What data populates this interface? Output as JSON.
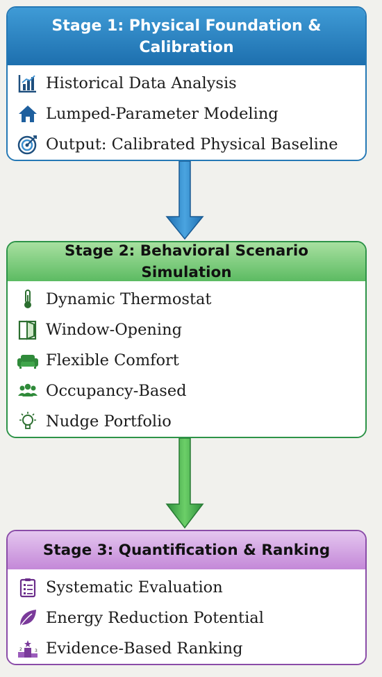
{
  "stages": [
    {
      "title": "Stage 1: Physical Foundation & Calibration",
      "items": [
        {
          "label": "Historical Data Analysis",
          "icon": "bar-chart-icon"
        },
        {
          "label": "Lumped-Parameter Modeling",
          "icon": "house-icon"
        },
        {
          "label": "Output: Calibrated Physical Baseline",
          "icon": "target-icon"
        }
      ]
    },
    {
      "title": "Stage 2: Behavioral Scenario Simulation",
      "items": [
        {
          "label": "Dynamic Thermostat",
          "icon": "thermometer-icon"
        },
        {
          "label": "Window-Opening",
          "icon": "window-icon"
        },
        {
          "label": "Flexible Comfort",
          "icon": "sofa-icon"
        },
        {
          "label": "Occupancy-Based",
          "icon": "people-icon"
        },
        {
          "label": "Nudge Portfolio",
          "icon": "lightbulb-icon"
        }
      ]
    },
    {
      "title": "Stage 3: Quantification & Ranking",
      "items": [
        {
          "label": "Systematic Evaluation",
          "icon": "clipboard-icon"
        },
        {
          "label": "Energy Reduction Potential",
          "icon": "leaf-icon"
        },
        {
          "label": "Evidence-Based Ranking",
          "icon": "podium-icon"
        }
      ]
    }
  ],
  "colors": {
    "stage1": "#2478b5",
    "stage2": "#2c9347",
    "stage3": "#8a4ca8"
  }
}
